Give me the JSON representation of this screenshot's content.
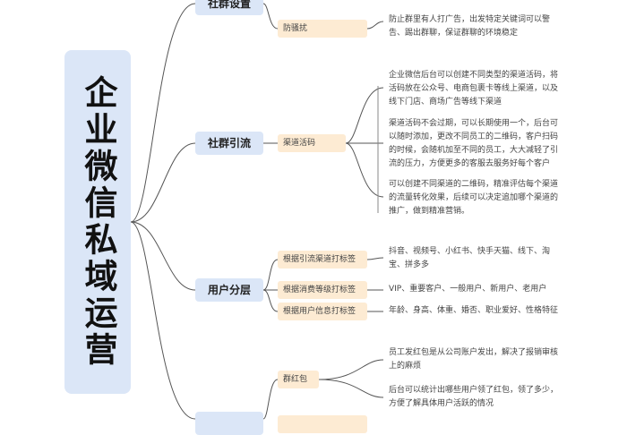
{
  "root": {
    "label": "企业微信私域运营"
  },
  "branches": [
    {
      "label": "社群设置",
      "leaves": [
        {
          "label": "防骚扰",
          "notes": [
            "防止群里有人打广告，出发特定关键词可以警\n告、踢出群聊，保证群聊的环境稳定"
          ]
        }
      ]
    },
    {
      "label": "社群引流",
      "leaves": [
        {
          "label": "渠道活码",
          "notes": [
            "企业微信后台可以创建不同类型的渠道活码，将\n活码放在公众号、电商包裹卡等线上渠道，以及\n线下门店、商场广告等线下渠道",
            "渠道活码不会过期，可以长期使用一个，后台可\n以随时添加，更改不同员工的二维码，客户扫码\n的时候，会随机加至不同的员工，大大减轻了引\n流的压力，方便更多的客服去服务好每个客户",
            "可以创建不同渠道的二维码，精准评估每个渠道\n的流量转化效果，后续可以决定追加哪个渠道的\n推广，做到精准营销。"
          ]
        }
      ]
    },
    {
      "label": "用户分层",
      "leaves": [
        {
          "label": "根据引流渠道打标签",
          "notes": [
            "抖音、视频号、小红书、快手天猫、线下、淘\n宝、拼多多"
          ]
        },
        {
          "label": "根据消费等级打标签",
          "notes": [
            "VIP、重要客户、一般用户、新用户、老用户"
          ]
        },
        {
          "label": "根据用户信息打标签",
          "notes": [
            "年龄、身高、体重、婚否、职业爱好、性格特征"
          ]
        }
      ]
    },
    {
      "label": "",
      "leaves": [
        {
          "label": "群红包",
          "notes": [
            "员工发红包是从公司账户发出，解决了报销审核\n上的麻烦",
            "后台可以统计出哪些用户领了红包，领了多少，\n方便了解具体用户活跃的情况"
          ]
        }
      ]
    }
  ],
  "colors": {
    "root_bg": "#dbe6f7",
    "branch_bg": "#dbe6f7",
    "leaf_bg": "#fdebd3",
    "line": "#555555"
  }
}
